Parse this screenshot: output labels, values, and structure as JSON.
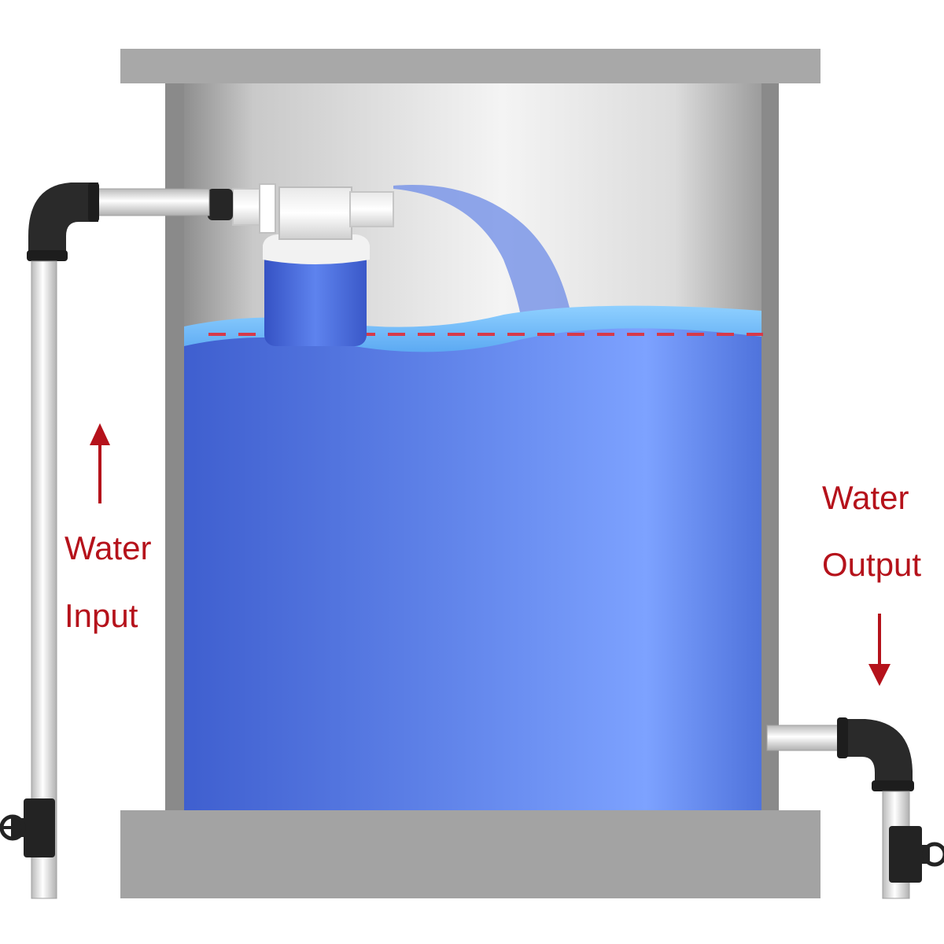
{
  "labels": {
    "input_line1": "Water",
    "input_line2": "Input",
    "output_line1": "Water",
    "output_line2": "Output"
  },
  "colors": {
    "label_red": "#b5121b",
    "water_blue": "#5b7fe0",
    "level_line_red": "#d63a4a",
    "tank_gray": "#a6a6a6",
    "pipe_dark": "#262626"
  }
}
